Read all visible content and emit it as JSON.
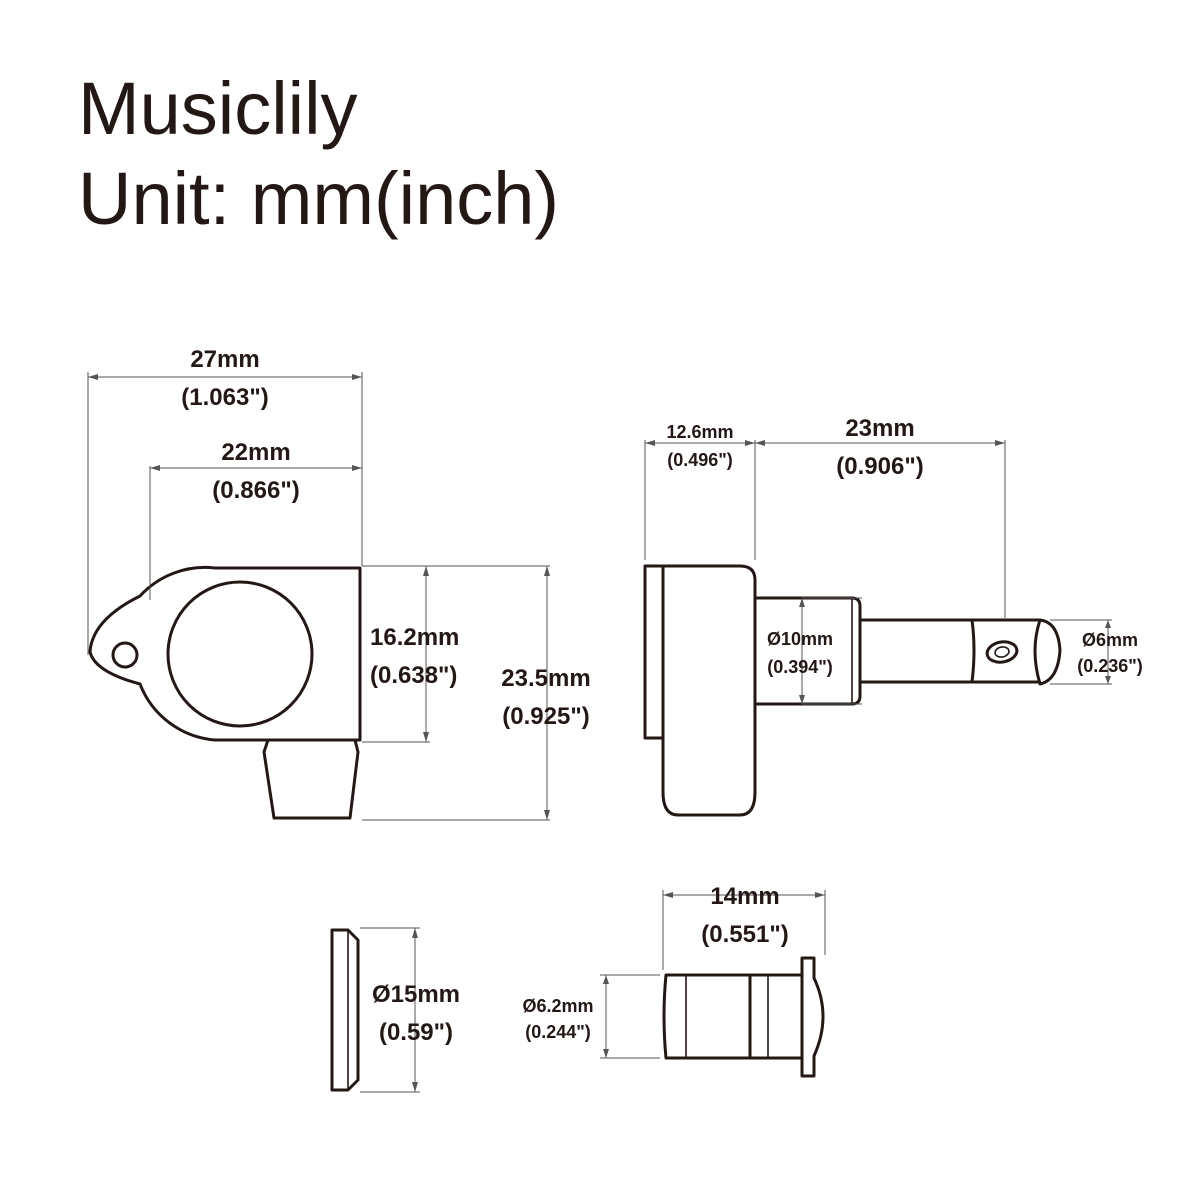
{
  "header": {
    "brand": "Musiclily",
    "unit_label": "Unit: mm(inch)"
  },
  "dimensions": {
    "overall_width": {
      "mm": "27mm",
      "inch": "(1.063\")"
    },
    "housing_width": {
      "mm": "22mm",
      "inch": "(0.866\")"
    },
    "gear_diameter": {
      "mm": "16.2mm",
      "inch": "(0.638\")"
    },
    "overall_height": {
      "mm": "23.5mm",
      "inch": "(0.925\")"
    },
    "housing_depth": {
      "mm": "12.6mm",
      "inch": "(0.496\")"
    },
    "post_length": {
      "mm": "23mm",
      "inch": "(0.906\")"
    },
    "post_base_diameter": {
      "mm": "Ø10mm",
      "inch": "(0.394\")"
    },
    "post_tip_diameter": {
      "mm": "Ø6mm",
      "inch": "(0.236\")"
    },
    "washer_diameter": {
      "mm": "Ø15mm",
      "inch": "(0.59\")"
    },
    "bushing_length": {
      "mm": "14mm",
      "inch": "(0.551\")"
    },
    "bushing_diameter": {
      "mm": "Ø6.2mm",
      "inch": "(0.244\")"
    }
  },
  "colors": {
    "line": "#231815",
    "dimension_line": "#555555",
    "background": "#ffffff"
  }
}
